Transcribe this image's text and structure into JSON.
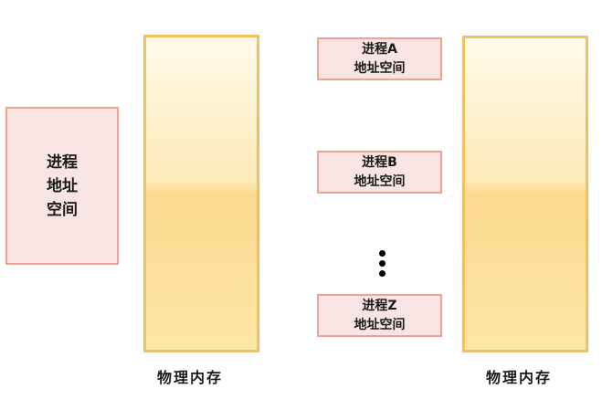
{
  "left_process": {
    "lines": [
      "进程",
      "地址",
      "空间"
    ]
  },
  "memory_left": {
    "caption": "物理内存"
  },
  "memory_right": {
    "caption": "物理内存"
  },
  "processes": [
    {
      "line1": "进程A",
      "line2": "地址空间"
    },
    {
      "line1": "进程B",
      "line2": "地址空间"
    },
    {
      "line1": "进程Z",
      "line2": "地址空间"
    }
  ],
  "ellipsis": "⋮"
}
